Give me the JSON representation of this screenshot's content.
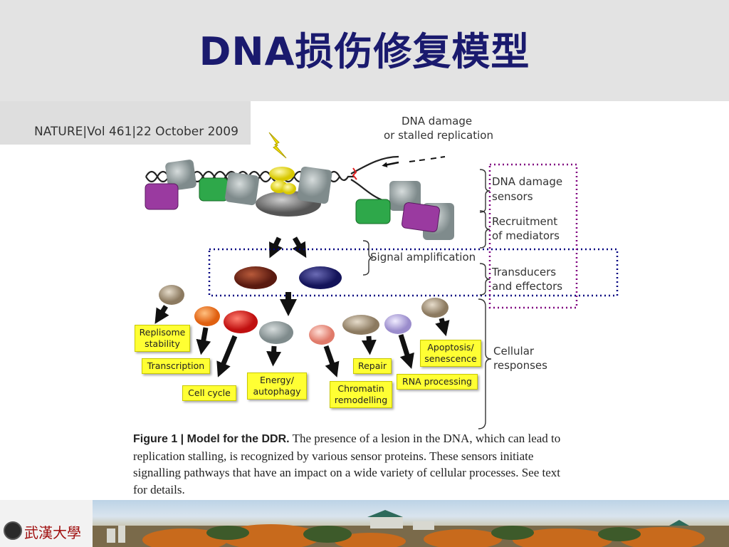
{
  "title": "DNA损伤修复模型",
  "citation": "NATURE|Vol 461|22 October 2009",
  "diagram": {
    "damage_label_1": "DNA damage",
    "damage_label_2": "or stalled replication",
    "signal_amplification": "Signal amplification",
    "stages": {
      "sensors_1": "DNA damage",
      "sensors_2": "sensors",
      "mediators_1": "Recruitment",
      "mediators_2": "of mediators",
      "transducers_1": "Transducers",
      "transducers_2": "and effectors",
      "responses_1": "Cellular",
      "responses_2": "responses"
    },
    "responses": {
      "replisome_1": "Replisome",
      "replisome_2": "stability",
      "transcription": "Transcription",
      "cell_cycle": "Cell cycle",
      "energy_1": "Energy/",
      "energy_2": "autophagy",
      "chromatin_1": "Chromatin",
      "chromatin_2": "remodelling",
      "repair": "Repair",
      "rna": "RNA processing",
      "apoptosis_1": "Apoptosis/",
      "apoptosis_2": "senescence"
    },
    "colors": {
      "title": "#1a1a6e",
      "highlight_box": "#000080",
      "highlight_box_2": "#800080",
      "label_bg": "#ffff33"
    }
  },
  "caption": {
    "figure_label": "Figure 1",
    "figure_title": "Model for the DDR.",
    "text": "The presence of a lesion in the DNA, which can lead to replication stalling, is recognized by various sensor proteins. These sensors initiate signalling pathways that have an impact on a wide variety of cellular processes. See text for details."
  },
  "footer": {
    "university": "武漢大學"
  }
}
